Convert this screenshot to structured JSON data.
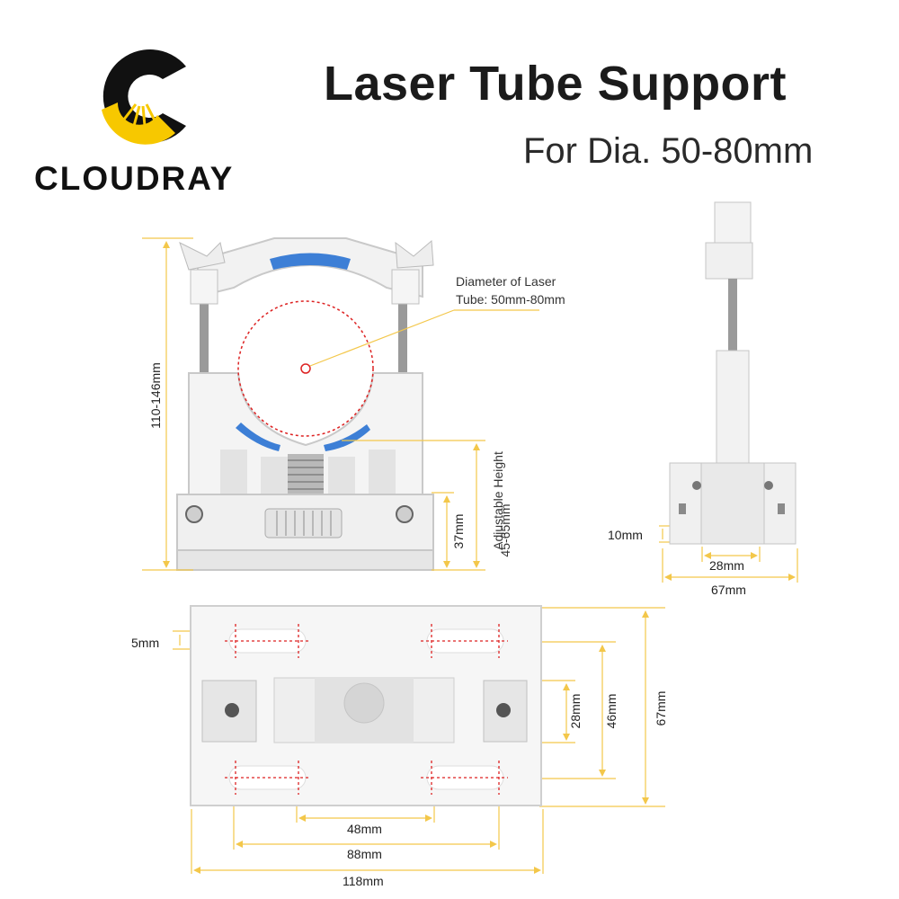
{
  "header": {
    "title": "Laser Tube Support",
    "subtitle": "For Dia. 50-80mm"
  },
  "brand": {
    "name": "CLOUDRAY",
    "logo_icon": "cloudray-c-sun-logo-icon",
    "colors": {
      "dark": "#111111",
      "yellow": "#f7c800"
    }
  },
  "front_view": {
    "height_range": "110-146mm",
    "diameter_note_line1": "Diameter of Laser",
    "diameter_note_line2": "Tube: 50mm-80mm",
    "adjustable_height_line1": "Adjustable Height",
    "adjustable_height_line2": "45-65mm",
    "base_height": "37mm"
  },
  "side_view": {
    "base_thickness": "10mm",
    "inner_width": "28mm",
    "base_width": "67mm"
  },
  "base_view": {
    "slot_width": "5mm",
    "hole_height": "28mm",
    "slot_spacing_vertical": "46mm",
    "base_depth": "67mm",
    "inner_spacing": "48mm",
    "outer_spacing": "88mm",
    "total_length": "118mm"
  },
  "accent_color": "#f3c74a"
}
